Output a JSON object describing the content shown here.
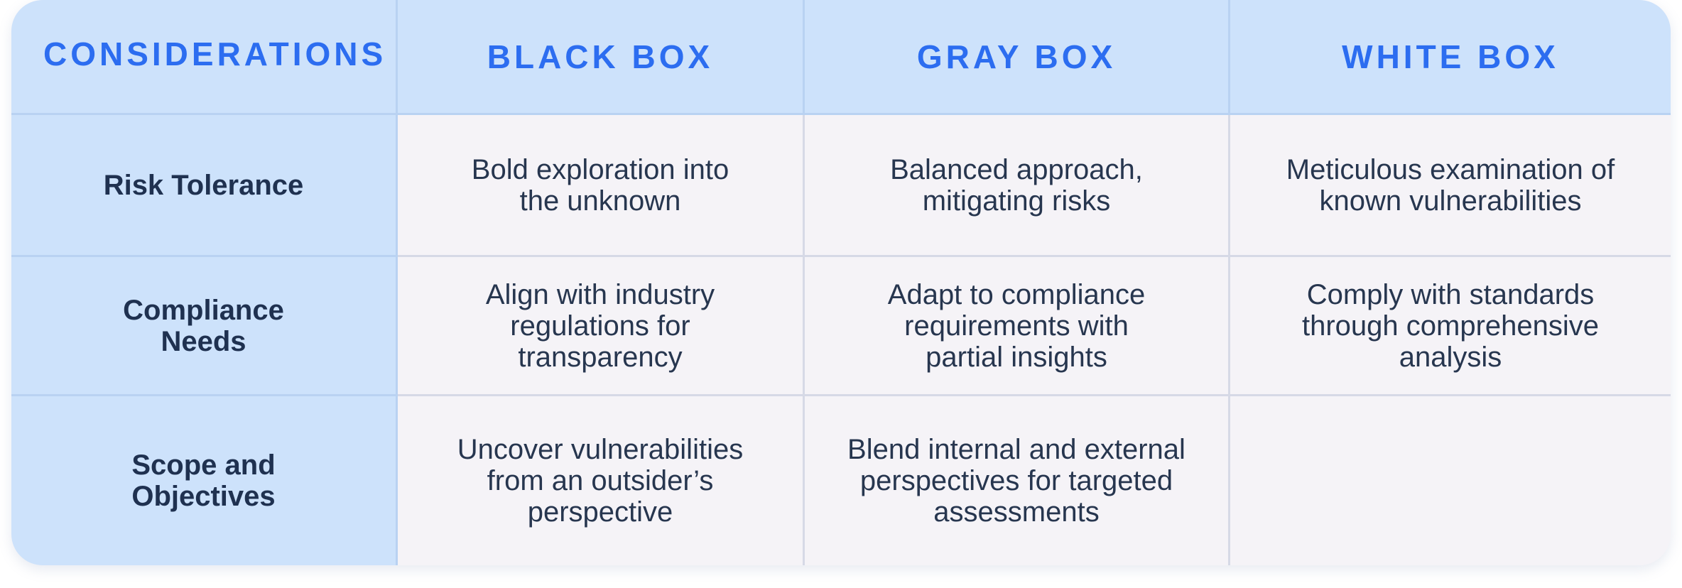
{
  "headers": {
    "considerations": "CONSIDERATIONS",
    "black_box": "BLACK BOX",
    "gray_box": "GRAY BOX",
    "white_box": "WHITE BOX"
  },
  "rows": [
    {
      "label": "Risk Tolerance",
      "black": "Bold exploration into the unknown",
      "gray": "Balanced approach, mitigating risks",
      "white": "Meticulous examination of known vulnerabilities"
    },
    {
      "label": "Compliance Needs",
      "black": "Align with industry regulations for transparency",
      "gray": "Adapt to compliance requirements with partial insights",
      "white": "Comply with standards through comprehensive analysis"
    },
    {
      "label": "Scope and Objectives",
      "black": "Uncover vulnerabilities from an outsider’s perspective",
      "gray": "Blend internal and external perspectives for targeted assessments",
      "white": ""
    }
  ]
}
